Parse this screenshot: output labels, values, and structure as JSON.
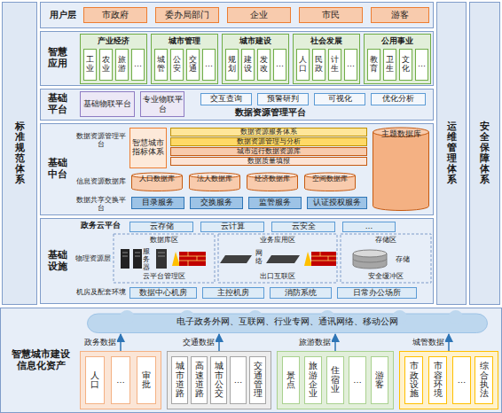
{
  "diagram": {
    "nodes": [
      {
        "text": [
          "标准规范体系"
        ]
      },
      {
        "text": [
          "用户层"
        ]
      },
      {
        "text": [
          "市政府"
        ],
        "in": 1
      },
      {
        "text": [
          "委办局部门"
        ],
        "in": 1
      },
      {
        "text": [
          "企业"
        ],
        "in": 1
      },
      {
        "text": [
          "市民"
        ],
        "in": 1
      },
      {
        "text": [
          "游客"
        ],
        "in": 1
      },
      {
        "text": [
          "智慧应用"
        ]
      },
      {
        "text": [
          "产业经济"
        ],
        "in": 7
      },
      {
        "text": [
          "工业"
        ],
        "in": 8
      },
      {
        "text": [
          "农业"
        ],
        "in": 8
      },
      {
        "text": [
          "旅游"
        ],
        "in": 8
      },
      {
        "text": [
          "…"
        ],
        "in": 8
      },
      {
        "text": [
          "城市管理"
        ],
        "in": 7
      },
      {
        "text": [
          "城管"
        ],
        "in": 13
      },
      {
        "text": [
          "公安"
        ],
        "in": 13
      },
      {
        "text": [
          "交通"
        ],
        "in": 13
      },
      {
        "text": [
          "…"
        ],
        "in": 13
      },
      {
        "text": [
          "城市建设"
        ],
        "in": 7
      },
      {
        "text": [
          "规划"
        ],
        "in": 18
      },
      {
        "text": [
          "建设"
        ],
        "in": 18
      },
      {
        "text": [
          "发改"
        ],
        "in": 18
      },
      {
        "text": [
          "…"
        ],
        "in": 18
      },
      {
        "text": [
          "社会发展"
        ],
        "in": 7
      },
      {
        "text": [
          "人口"
        ],
        "in": 23
      },
      {
        "text": [
          "民政"
        ],
        "in": 23
      },
      {
        "text": [
          "计生"
        ],
        "in": 23
      },
      {
        "text": [
          "…"
        ],
        "in": 23
      },
      {
        "text": [
          "公用事业"
        ],
        "in": 7
      },
      {
        "text": [
          "教育"
        ],
        "in": 28
      },
      {
        "text": [
          "卫生"
        ],
        "in": 28
      },
      {
        "text": [
          "文化"
        ],
        "in": 28
      },
      {
        "text": [
          "…"
        ],
        "in": 28
      },
      {
        "text": [
          "基础平台"
        ]
      },
      {
        "text": [
          "基础物联平台"
        ],
        "in": 33
      },
      {
        "text": [
          "专业物联平台"
        ],
        "in": 33
      },
      {
        "text": [
          "交互查询"
        ],
        "in": 33
      },
      {
        "text": [
          "预警研判"
        ],
        "in": 33
      },
      {
        "text": [
          "可视化"
        ],
        "in": 33
      },
      {
        "text": [
          "优化分析"
        ],
        "in": 33
      },
      {
        "text": [
          "基础中台"
        ]
      },
      {
        "text": [
          "智慧城市指标体系"
        ],
        "in": 40
      },
      {
        "text": [
          "数据资源服务体系"
        ],
        "in": 40
      },
      {
        "text": [
          "数据资源管理与分析"
        ],
        "in": 40
      },
      {
        "text": [
          "城市运行数据资源库"
        ],
        "in": 40
      },
      {
        "text": [
          "数据质量填报"
        ],
        "in": 40
      },
      {
        "text": [
          "主题数据库"
        ],
        "in": 40
      },
      {
        "text": [
          "人口数据库"
        ],
        "in": 40
      },
      {
        "text": [
          "法人数据库"
        ],
        "in": 40
      },
      {
        "text": [
          "经济数据库"
        ],
        "in": 40
      },
      {
        "text": [
          "空间数据库"
        ],
        "in": 40
      },
      {
        "text": [
          "目录服务"
        ],
        "in": 40
      },
      {
        "text": [
          "交换服务"
        ],
        "in": 40
      },
      {
        "text": [
          "监管服务"
        ],
        "in": 40
      },
      {
        "text": [
          "认证授权服务"
        ],
        "in": 40
      },
      {
        "text": [
          "基础设施"
        ]
      },
      {
        "text": [
          "云存储"
        ],
        "in": 55
      },
      {
        "text": [
          "云计算"
        ],
        "in": 55
      },
      {
        "text": [
          "云安全"
        ],
        "in": 55
      },
      {
        "text": [
          "…"
        ],
        "in": 55
      },
      {
        "text": [
          "数据中心机房"
        ],
        "in": 55
      },
      {
        "text": [
          "主控机房"
        ],
        "in": 55
      },
      {
        "text": [
          "消防系统"
        ],
        "in": 55
      },
      {
        "text": [
          "日常办公场所"
        ],
        "in": 55
      },
      {
        "text": [
          "运维管理体系"
        ]
      },
      {
        "text": [
          "安全保障体系"
        ]
      },
      {
        "text": [
          "智慧城市建设信息化资产"
        ]
      },
      {
        "text": [
          "电子政务外网、互联网、行业专网、通讯网络、移动公网"
        ],
        "in": 66
      },
      {
        "text": [],
        "in": 66
      },
      {
        "text": [
          "人口"
        ],
        "in": 68
      },
      {
        "text": [
          "…"
        ],
        "in": 68
      },
      {
        "text": [
          "审批"
        ],
        "in": 68
      },
      {
        "text": [],
        "in": 66
      },
      {
        "text": [
          "城市道路"
        ],
        "in": 72
      },
      {
        "text": [
          "高速道路"
        ],
        "in": 72
      },
      {
        "text": [
          "城市公交"
        ],
        "in": 72
      },
      {
        "text": [
          "…"
        ],
        "in": 72
      },
      {
        "text": [
          "交通管理"
        ],
        "in": 72
      },
      {
        "text": [],
        "in": 66
      },
      {
        "text": [
          "景点"
        ],
        "in": 78
      },
      {
        "text": [
          "旅游企业"
        ],
        "in": 78
      },
      {
        "text": [
          "住宿业"
        ],
        "in": 78
      },
      {
        "text": [
          "…"
        ],
        "in": 78
      },
      {
        "text": [
          "游客"
        ],
        "in": 78
      },
      {
        "text": [],
        "in": 66
      },
      {
        "text": [
          "市政设施"
        ],
        "in": 84
      },
      {
        "text": [
          "市容环境"
        ],
        "in": 84
      },
      {
        "text": [
          "…"
        ],
        "in": 84
      },
      {
        "text": [
          "综合执法"
        ],
        "in": 84
      }
    ],
    "edges": [
      {
        "from": 68,
        "to": 67,
        "arrow": "to",
        "label": "政务数据"
      },
      {
        "from": 72,
        "to": 67,
        "arrow": "to",
        "label": "交通数据"
      },
      {
        "from": 78,
        "to": 67,
        "arrow": "to",
        "label": "旅游数据"
      },
      {
        "from": 84,
        "to": 67,
        "arrow": "to",
        "label": "城管数据"
      }
    ],
    "labels": [
      "数据资源管理平台",
      "数据资源管理平台",
      "信息资源数据库",
      "数据共享交换平台",
      "政务云平台",
      "数据库区",
      "业务应用区",
      "存储区",
      "物理资源层",
      "服务器",
      "网络",
      "存储",
      "云平台管理区",
      "出口互联区",
      "安全缓冲区",
      "机房及配套环境"
    ]
  }
}
